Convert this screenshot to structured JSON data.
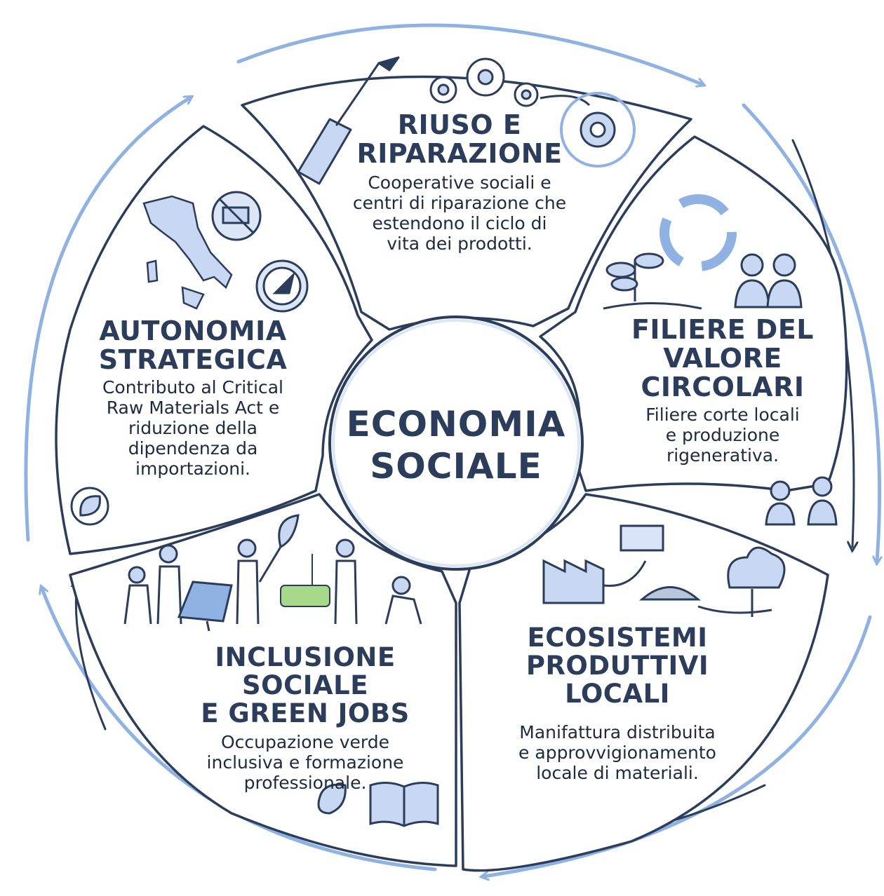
{
  "center": {
    "line1": "ECONOMIA",
    "line2": "SOCIALE"
  },
  "segments": [
    {
      "id": "riuso",
      "title_lines": [
        "RIUSO E",
        "RIPARAZIONE"
      ],
      "desc_lines": [
        "Cooperative sociali e",
        "centri di riparazione che",
        "estendono il ciclo di",
        "vita dei prodotti."
      ]
    },
    {
      "id": "filiere",
      "title_lines": [
        "FILIERE DEL",
        "VALORE",
        "CIRCOLARI"
      ],
      "desc_lines": [
        "Filiere corte locali",
        "e produzione",
        "rigenerativa."
      ]
    },
    {
      "id": "ecosistemi",
      "title_lines": [
        "ECOSISTEMI",
        "PRODUTTIVI LOCALI"
      ],
      "desc_lines": [
        "Manifattura distribuita",
        "e approvvigionamento",
        "locale di materiali."
      ]
    },
    {
      "id": "inclusione",
      "title_lines": [
        "INCLUSIONE SOCIALE",
        "E GREEN JOBS"
      ],
      "desc_lines": [
        "Occupazione verde",
        "inclusiva e formazione",
        "professionale."
      ]
    },
    {
      "id": "autonomia",
      "title_lines": [
        "AUTONOMIA",
        "STRATEGICA"
      ],
      "desc_lines": [
        "Contributo al Critical",
        "Raw Materials Act e",
        "riduzione della",
        "dipendenza da",
        "importazioni."
      ]
    }
  ],
  "colors": {
    "outline": "#2c3d5c",
    "ring_arrow": "#8fb2e3",
    "icon_fill": "#c9d8f2",
    "icon_green": "#a8d98a"
  },
  "icons": [
    "screwdriver-icon",
    "gears-icon",
    "recycle-gear-icon",
    "recycle-arrows-icon",
    "seedling-icon",
    "people-icon",
    "italy-map-icon",
    "no-mining-icon",
    "compass-icon",
    "leaf-icon",
    "solar-panel-icon",
    "workers-icon",
    "book-icon",
    "factory-icon",
    "tree-icon"
  ]
}
